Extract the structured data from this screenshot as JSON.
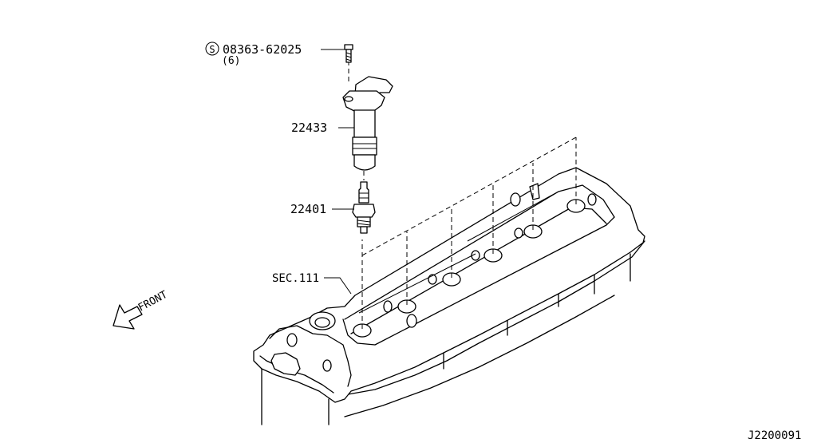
{
  "callouts": {
    "bolt_symbol": "S",
    "bolt_part": "08363-62025",
    "bolt_qty": "(6)",
    "coil_part": "22433",
    "plug_part": "22401",
    "section_ref": "SEC.111",
    "front": "FRONT",
    "diagram_id": "J2200091"
  },
  "colors": {
    "ink": "#000000",
    "paper": "#ffffff"
  }
}
